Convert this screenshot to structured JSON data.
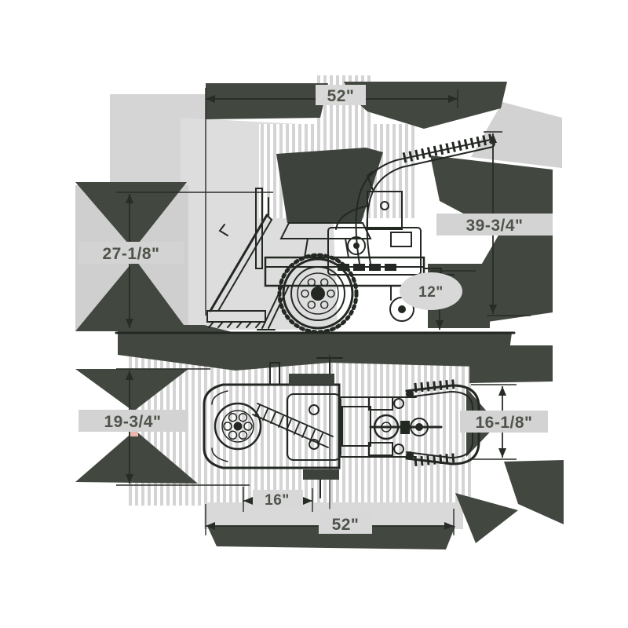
{
  "diagram": {
    "type": "technical-dimension-drawing",
    "subject": "Walk-behind sod cutter shown in side elevation and top plan views with overall dimension callouts",
    "views": [
      {
        "id": "side",
        "name": "side elevation view"
      },
      {
        "id": "top",
        "name": "top plan view"
      }
    ],
    "dimensions": {
      "side_overall_length": "52\"",
      "side_overall_height": "39-3/4\"",
      "side_front_height": "27-1/8\"",
      "side_rear_height": "12\"",
      "top_overall_width": "19-3/4\"",
      "top_handle_width": "16-1/8\"",
      "top_inner_width": "16\"",
      "top_overall_length": "52\""
    },
    "colors": {
      "line_art": "#232823",
      "dimension_text": "#4e544a",
      "artifact_dark": "#424840",
      "artifact_light": "#d6d6d6",
      "background": "#ffffff"
    }
  }
}
